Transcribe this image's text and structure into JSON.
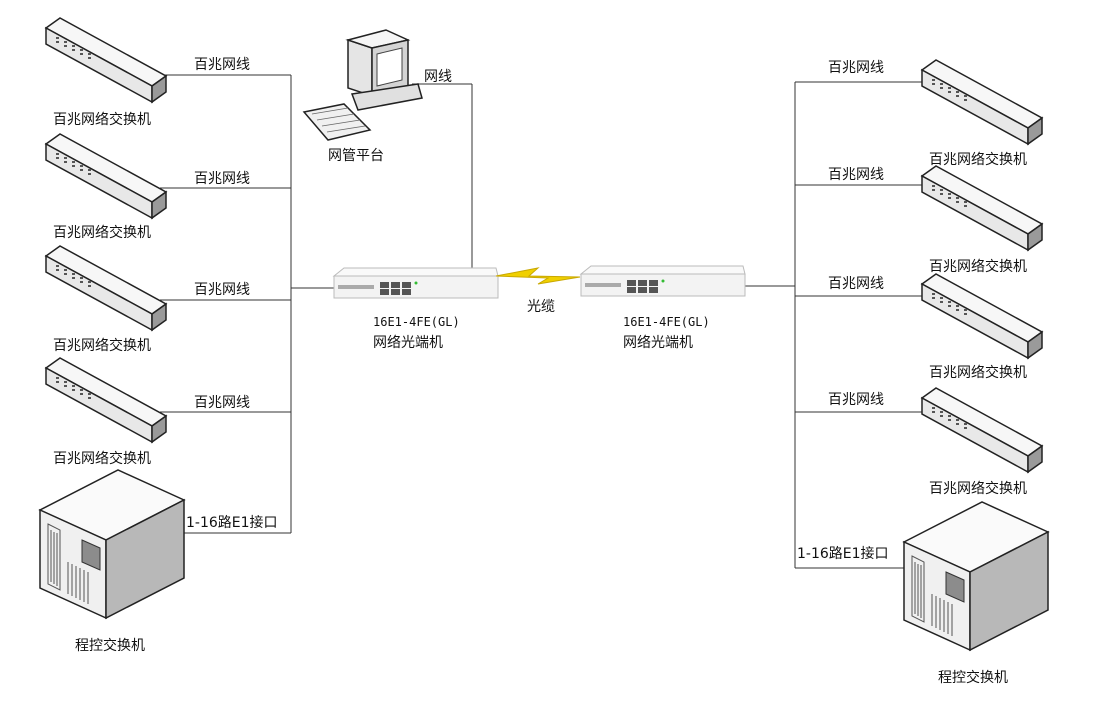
{
  "labels": {
    "switch": "百兆网络交换机",
    "cable_100m": "百兆网线",
    "cable_net": "网线",
    "pbx": "程控交换机",
    "e1_port": "1-16路E1接口",
    "nms": "网管平台",
    "optical_cable": "光缆",
    "terminal_model": "16E1-4FE(GL)",
    "terminal_name": "网络光端机"
  },
  "colors": {
    "line": "#333333",
    "bolt": "#f0d000",
    "device_body": "#f4f4f4"
  }
}
